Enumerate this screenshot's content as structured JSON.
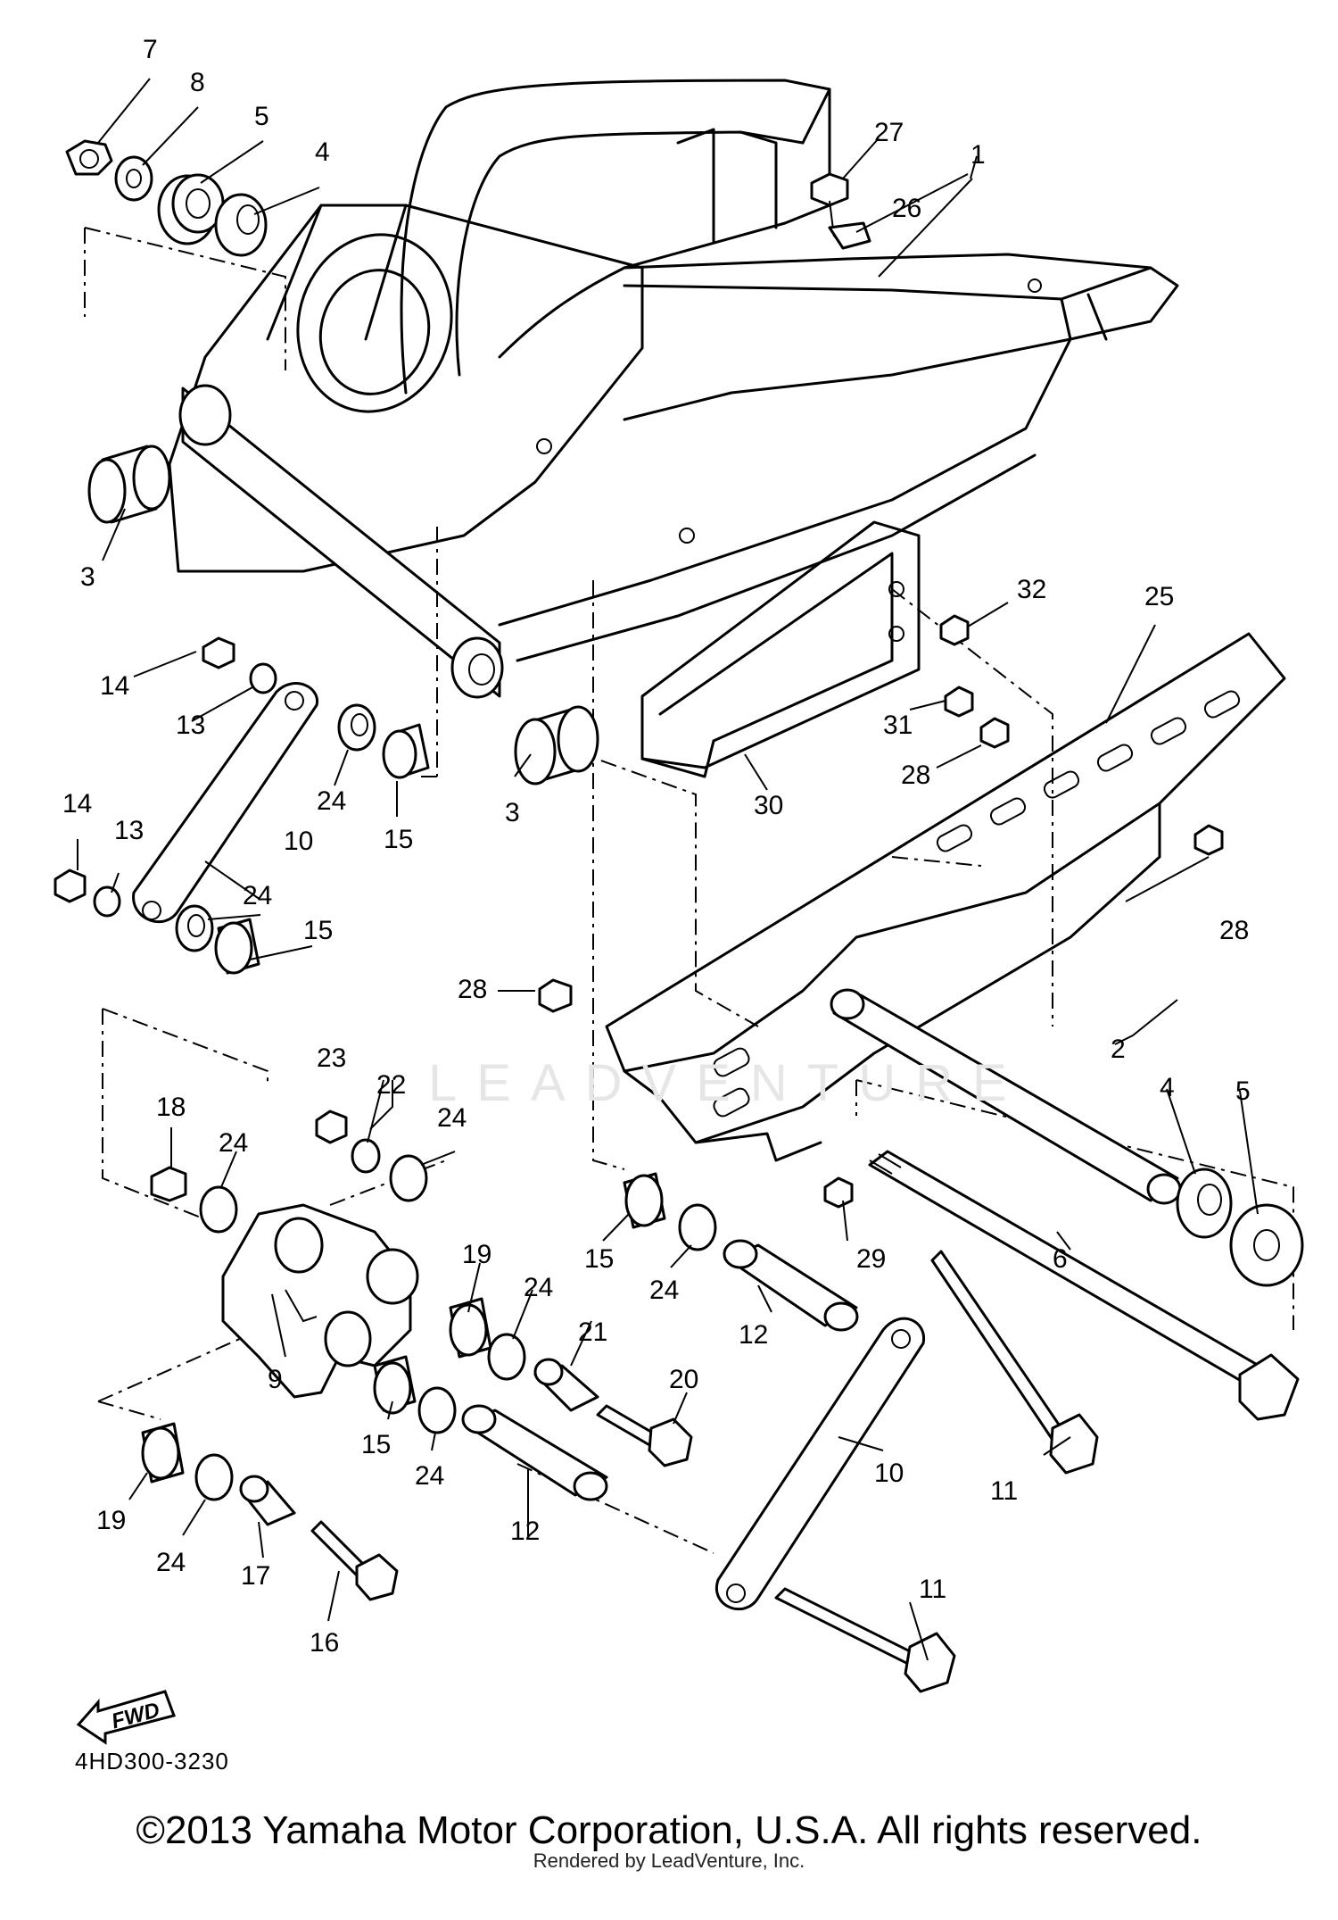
{
  "diagram": {
    "part_code": "4HD300-3230",
    "copyright": "©2013 Yamaha Motor Corporation, U.S.A. All rights reserved.",
    "rendered_by": "Rendered by LeadVenture, Inc.",
    "watermark": "LEADVENTURE",
    "fwd_label": "FWD",
    "callouts": [
      {
        "id": "c7",
        "text": "7"
      },
      {
        "id": "c8",
        "text": "8"
      },
      {
        "id": "c5a",
        "text": "5"
      },
      {
        "id": "c4a",
        "text": "4"
      },
      {
        "id": "c27",
        "text": "27"
      },
      {
        "id": "c1",
        "text": "1"
      },
      {
        "id": "c26",
        "text": "26"
      },
      {
        "id": "c3a",
        "text": "3"
      },
      {
        "id": "c3b",
        "text": "3"
      },
      {
        "id": "c32",
        "text": "32"
      },
      {
        "id": "c25",
        "text": "25"
      },
      {
        "id": "c14a",
        "text": "14"
      },
      {
        "id": "c13a",
        "text": "13"
      },
      {
        "id": "c24a",
        "text": "24"
      },
      {
        "id": "c15a",
        "text": "15"
      },
      {
        "id": "c31",
        "text": "31"
      },
      {
        "id": "c28a",
        "text": "28"
      },
      {
        "id": "c30",
        "text": "30"
      },
      {
        "id": "c14b",
        "text": "14"
      },
      {
        "id": "c13b",
        "text": "13"
      },
      {
        "id": "c10a",
        "text": "10"
      },
      {
        "id": "c24b",
        "text": "24"
      },
      {
        "id": "c15b",
        "text": "15"
      },
      {
        "id": "c28b",
        "text": "28"
      },
      {
        "id": "c28c",
        "text": "28"
      },
      {
        "id": "c2",
        "text": "2"
      },
      {
        "id": "c4b",
        "text": "4"
      },
      {
        "id": "c5b",
        "text": "5"
      },
      {
        "id": "c23",
        "text": "23"
      },
      {
        "id": "c22",
        "text": "22"
      },
      {
        "id": "c24c",
        "text": "24"
      },
      {
        "id": "c18",
        "text": "18"
      },
      {
        "id": "c24d",
        "text": "24"
      },
      {
        "id": "c15c",
        "text": "15"
      },
      {
        "id": "c24e",
        "text": "24"
      },
      {
        "id": "c29",
        "text": "29"
      },
      {
        "id": "c19a",
        "text": "19"
      },
      {
        "id": "c24f",
        "text": "24"
      },
      {
        "id": "c21",
        "text": "21"
      },
      {
        "id": "c12a",
        "text": "12"
      },
      {
        "id": "c6",
        "text": "6"
      },
      {
        "id": "c9",
        "text": "9"
      },
      {
        "id": "c20",
        "text": "20"
      },
      {
        "id": "c15d",
        "text": "15"
      },
      {
        "id": "c24g",
        "text": "24"
      },
      {
        "id": "c10b",
        "text": "10"
      },
      {
        "id": "c11a",
        "text": "11"
      },
      {
        "id": "c12b",
        "text": "12"
      },
      {
        "id": "c19b",
        "text": "19"
      },
      {
        "id": "c24h",
        "text": "24"
      },
      {
        "id": "c17",
        "text": "17"
      },
      {
        "id": "c16",
        "text": "16"
      },
      {
        "id": "c11b",
        "text": "11"
      }
    ]
  }
}
